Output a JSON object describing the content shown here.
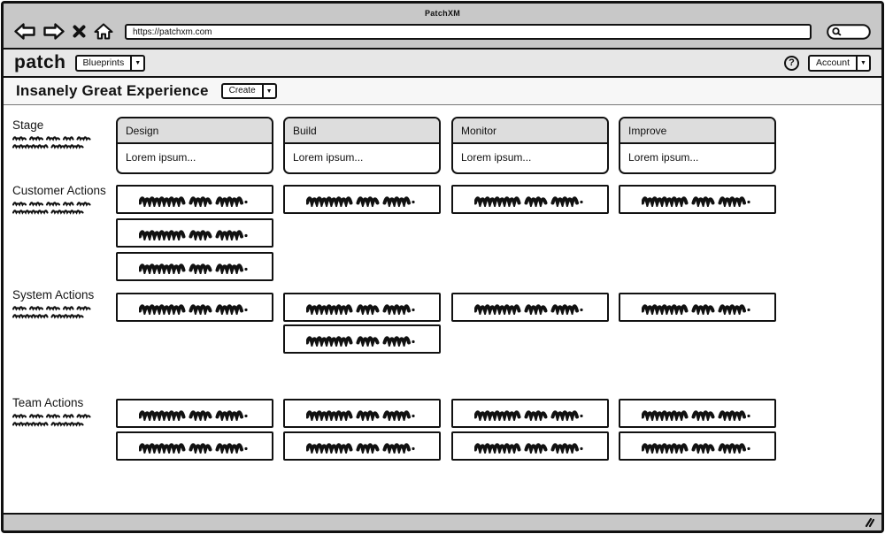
{
  "window": {
    "title": "PatchXM"
  },
  "browser": {
    "url": "https://patchxm.com",
    "icons": [
      "back-arrow",
      "forward-arrow",
      "stop-x",
      "home",
      "search-magnifier"
    ]
  },
  "app_header": {
    "logo": "patch",
    "blueprints_label": "Blueprints",
    "help_label": "?",
    "account_label": "Account"
  },
  "page": {
    "title": "Insanely Great Experience",
    "create_label": "Create"
  },
  "icons": {
    "chevron_down": "▼"
  },
  "board": {
    "columns": [
      {
        "title": "Design",
        "body": "Lorem ipsum..."
      },
      {
        "title": "Build",
        "body": "Lorem ipsum..."
      },
      {
        "title": "Monitor",
        "body": "Lorem ipsum..."
      },
      {
        "title": "Improve",
        "body": "Lorem ipsum..."
      }
    ],
    "rows": [
      {
        "label": "Stage"
      },
      {
        "label": "Customer Actions",
        "cells_per_column": [
          3,
          1,
          1,
          1
        ]
      },
      {
        "label": "System Actions",
        "cells_per_column": [
          1,
          2,
          1,
          1
        ]
      },
      {
        "label": "Team Actions",
        "cells_per_column": [
          2,
          2,
          2,
          2
        ]
      }
    ],
    "placeholder_note": "scribble"
  },
  "status": {
    "resize_handle": "resize-diagonal"
  },
  "colors": {
    "chrome": "#c8c8c8",
    "header": "#e7e7e7",
    "card_header": "#dddddd",
    "ink": "#111111"
  }
}
